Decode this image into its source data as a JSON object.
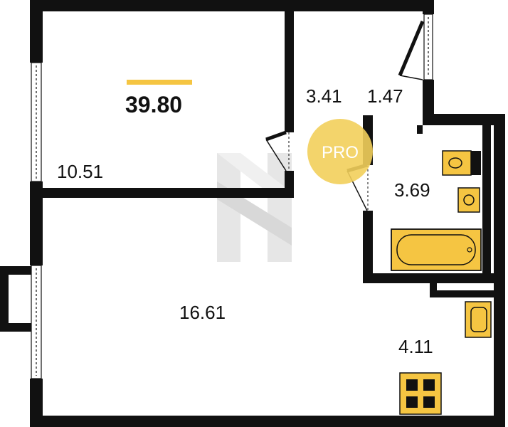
{
  "plan": {
    "total_area": "39.80",
    "rooms": [
      {
        "id": "room",
        "area": "10.51"
      },
      {
        "id": "hall",
        "area": "3.41"
      },
      {
        "id": "balcony-niche",
        "area": "1.47"
      },
      {
        "id": "bathroom",
        "area": "3.69"
      },
      {
        "id": "living",
        "area": "16.61"
      },
      {
        "id": "kitchen",
        "area": "4.11"
      }
    ],
    "badge": {
      "label": "PRO"
    },
    "colors": {
      "wall": "#111111",
      "fixture": "#f5c542",
      "accent": "#f5c542",
      "badge": "#f2cf5b",
      "watermark": "#bdbdbd"
    },
    "icons": [
      "toilet-icon",
      "sink-icon",
      "bathtub-icon",
      "kitchen-sink-icon",
      "stove-icon",
      "door-icon",
      "window-icon",
      "watermark-logo-icon"
    ]
  }
}
